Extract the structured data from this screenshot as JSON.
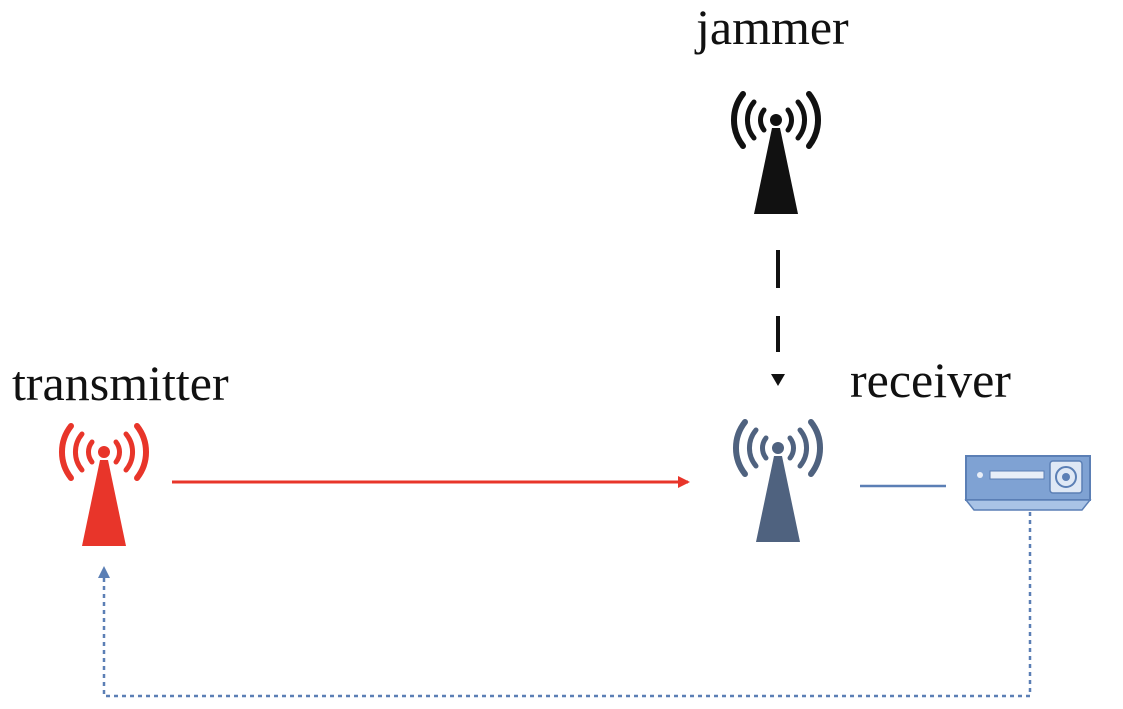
{
  "labels": {
    "jammer": "jammer",
    "transmitter": "transmitter",
    "receiver": "receiver"
  },
  "colors": {
    "transmitter": "#e8352a",
    "jammer": "#111111",
    "receiver_antenna": "#4f627f",
    "feedback_link": "#5b7fb5",
    "receiver_device": "#6f95c9"
  },
  "icons": {
    "transmitter": "radio-tower-icon",
    "jammer": "radio-tower-icon",
    "receiver": "radio-tower-icon",
    "device": "receiver-device-icon"
  }
}
